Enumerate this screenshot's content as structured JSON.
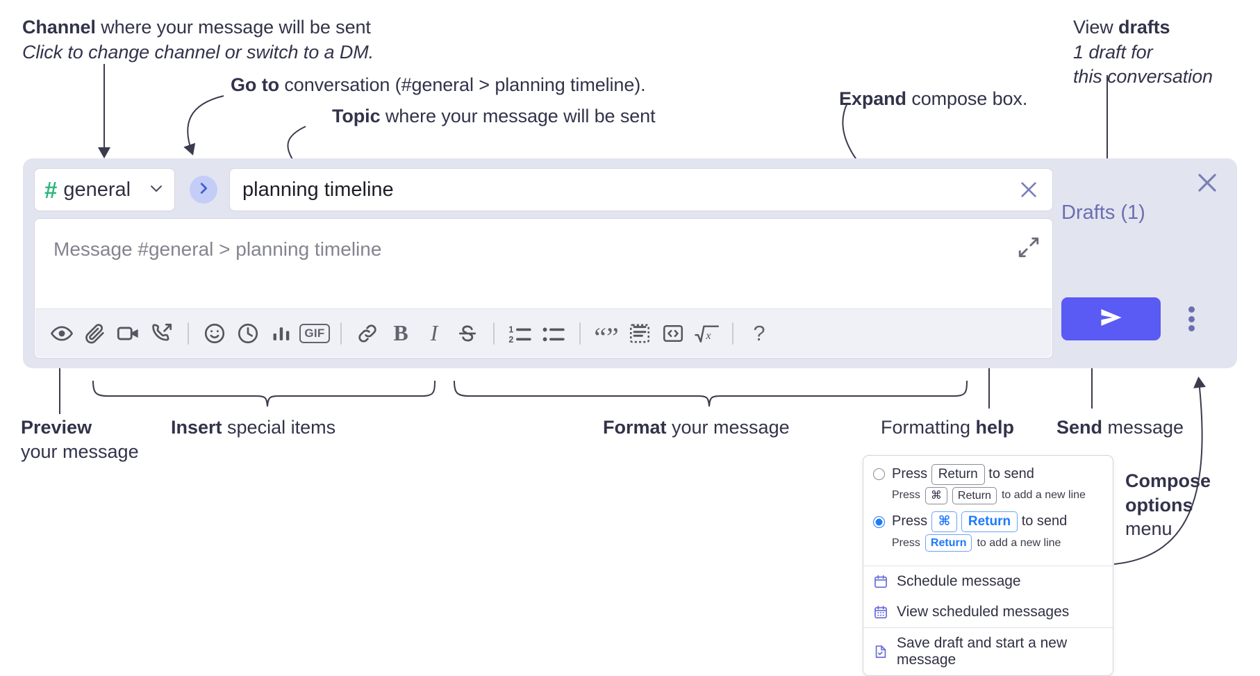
{
  "annotations": {
    "channel": {
      "bold": "Channel",
      "rest": " where your message will be sent",
      "sub": "Click to change channel or switch to a DM."
    },
    "goto": {
      "bold": "Go to",
      "rest": " conversation (#general > planning timeline)."
    },
    "topic": {
      "bold": "Topic",
      "rest": " where your message will be sent"
    },
    "expand": {
      "bold": "Expand",
      "rest": " compose box."
    },
    "drafts": {
      "bold_prefix": "View ",
      "bold": "drafts",
      "sub1": "1 draft for",
      "sub2": "this conversation"
    },
    "preview": {
      "bold": "Preview",
      "rest": "your message"
    },
    "insert": {
      "bold": "Insert",
      "rest": " special items"
    },
    "format": {
      "bold": "Format",
      "rest": " your message"
    },
    "help": {
      "pre": "Formatting ",
      "bold": "help"
    },
    "send": {
      "bold": "Send",
      "rest": " message"
    },
    "compose_options": {
      "bold1": "Compose",
      "bold2": "options",
      "rest": "menu"
    }
  },
  "compose": {
    "channel_name": "general",
    "channel_hash": "#",
    "goto_icon": "chevron-right-icon",
    "topic_value": "planning timeline",
    "message_placeholder": "Message #general > planning timeline",
    "drafts_label": "Drafts (1)",
    "send_icon": "paper-plane-icon",
    "toolbar": [
      {
        "name": "preview-icon",
        "glyph": "eye"
      },
      {
        "name": "attachment-icon",
        "glyph": "paperclip"
      },
      {
        "name": "video-icon",
        "glyph": "video"
      },
      {
        "name": "huddle-icon",
        "glyph": "phone-arrow"
      },
      {
        "name": "separator",
        "glyph": "sep"
      },
      {
        "name": "emoji-icon",
        "glyph": "smiley"
      },
      {
        "name": "reminder-icon",
        "glyph": "clock"
      },
      {
        "name": "poll-icon",
        "glyph": "bars"
      },
      {
        "name": "gif-icon",
        "glyph": "gif",
        "label": "GIF"
      },
      {
        "name": "separator",
        "glyph": "sep"
      },
      {
        "name": "link-icon",
        "glyph": "link"
      },
      {
        "name": "bold-icon",
        "glyph": "bold",
        "label": "B"
      },
      {
        "name": "italic-icon",
        "glyph": "italic",
        "label": "I"
      },
      {
        "name": "strikethrough-icon",
        "glyph": "strike"
      },
      {
        "name": "separator",
        "glyph": "sep"
      },
      {
        "name": "ordered-list-icon",
        "glyph": "ol"
      },
      {
        "name": "bulleted-list-icon",
        "glyph": "ul"
      },
      {
        "name": "separator",
        "glyph": "sep"
      },
      {
        "name": "blockquote-icon",
        "glyph": "quote"
      },
      {
        "name": "code-block-icon",
        "glyph": "codeblock"
      },
      {
        "name": "inline-code-icon",
        "glyph": "code"
      },
      {
        "name": "math-icon",
        "glyph": "math"
      },
      {
        "name": "separator",
        "glyph": "sep"
      },
      {
        "name": "formatting-help-icon",
        "glyph": "help",
        "label": "?"
      }
    ]
  },
  "options_menu": {
    "option_a": {
      "selected": false,
      "press": "Press",
      "key1": "Return",
      "tail": "to send",
      "sub_press": "Press",
      "sub_key1": "⌘",
      "sub_key2": "Return",
      "sub_tail": "to add a new line"
    },
    "option_b": {
      "selected": true,
      "press": "Press",
      "key1": "⌘",
      "key2": "Return",
      "tail": "to send",
      "sub_press": "Press",
      "sub_key1": "Return",
      "sub_tail": "to add a new line"
    },
    "items": [
      {
        "label": "Schedule message",
        "icon": "calendar-icon"
      },
      {
        "label": "View scheduled messages",
        "icon": "calendar-grid-icon"
      },
      {
        "label": "Save draft and start a new message",
        "icon": "document-check-icon"
      }
    ]
  },
  "colors": {
    "panel_bg": "#e2e4f0",
    "toolbar_bg": "#f0f1f6",
    "send_button": "#5a5af5",
    "hash_green": "#2eb67d",
    "goto_bg": "#c3cdf7",
    "drafts_text": "#6b6fb0",
    "accent_blue": "#1d7afc",
    "menu_icon": "#6b6fd8"
  }
}
